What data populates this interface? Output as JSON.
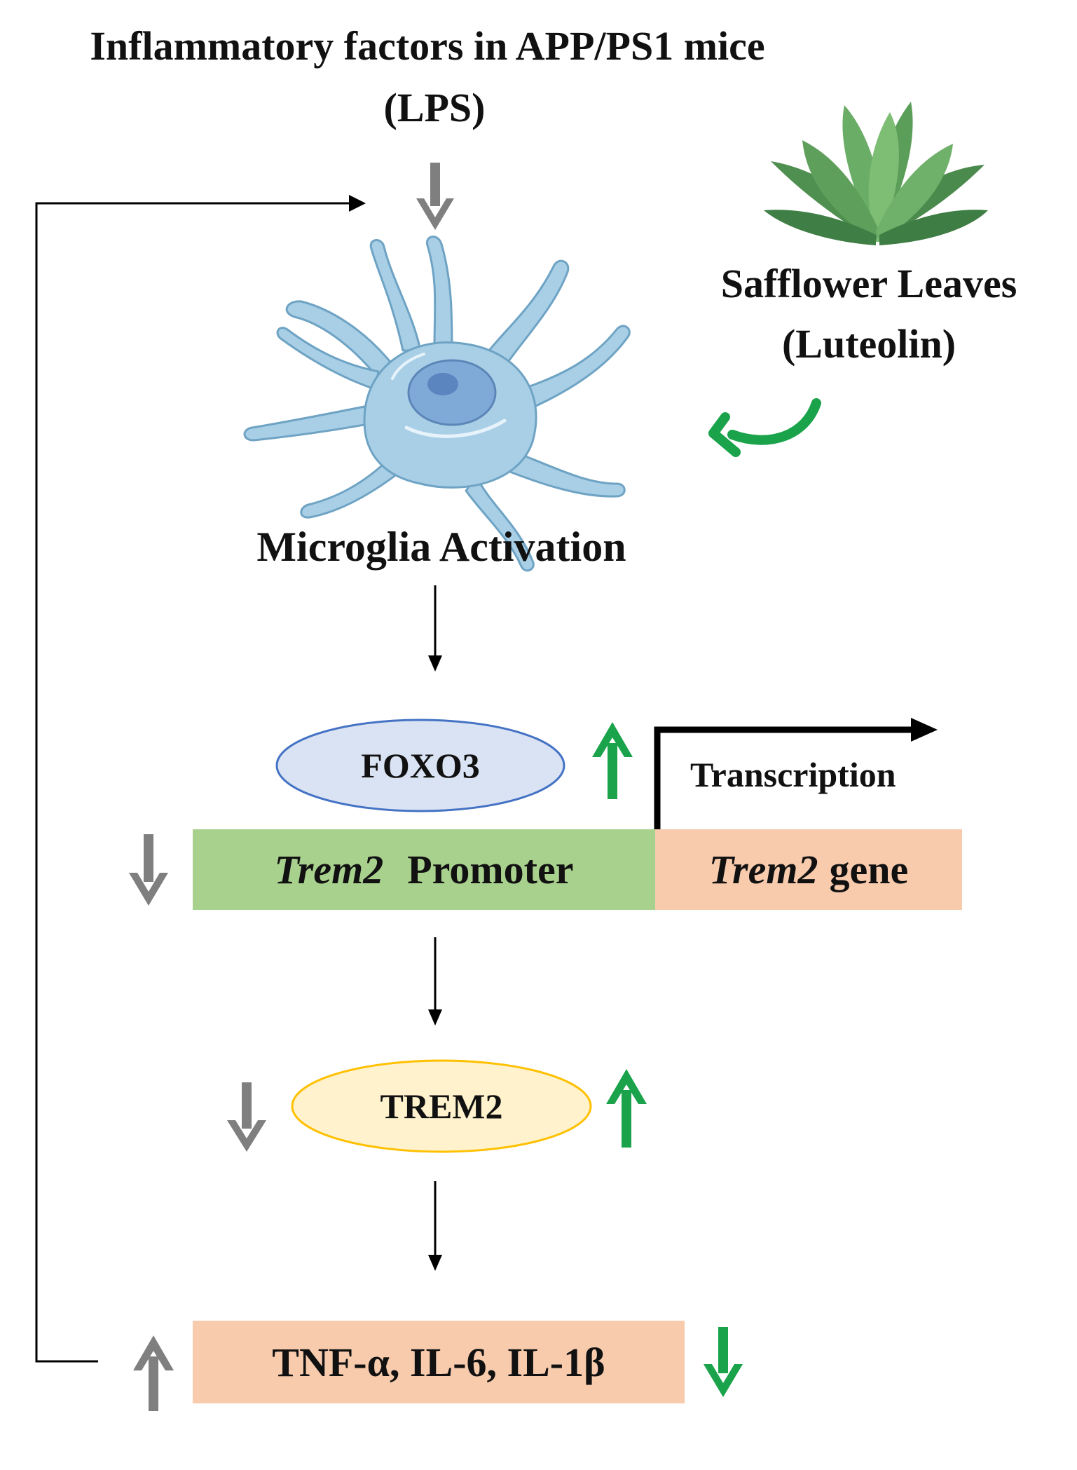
{
  "title": "Inflammatory  factors in APP/PS1 mice",
  "subtitle": "(LPS)",
  "herb": {
    "name": "Safflower Leaves",
    "compound": "(Luteolin)",
    "image_icon": "safflower-leaves-icon"
  },
  "cell": {
    "icon": "microglia-cell-icon",
    "label": "Microglia Activation"
  },
  "foxo3": {
    "label": "FOXO3"
  },
  "transcription": {
    "label": "Transcription"
  },
  "promoter": {
    "gene_italic": "Trem2",
    "suffix": "Promoter"
  },
  "gene": {
    "gene_italic": "Trem2",
    "suffix": "gene"
  },
  "trem2": {
    "label": "TREM2"
  },
  "cytokines": {
    "label": "TNF-α, IL-6, IL-1β"
  },
  "colors": {
    "up_arrow_treatment": "#1aa34a",
    "down_arrow_disease": "#7f7f7f",
    "promoter_fill": "#a9d18e",
    "gene_fill": "#f8cbad",
    "cytokine_fill": "#f8cbad",
    "foxo3_fill": "#dae3f3",
    "foxo3_stroke": "#4472c4",
    "trem2_fill": "#fff2cc",
    "trem2_stroke": "#ffc000",
    "cell_fill": "#a9cfe6",
    "leaf_fill": "#5a9e5a"
  }
}
